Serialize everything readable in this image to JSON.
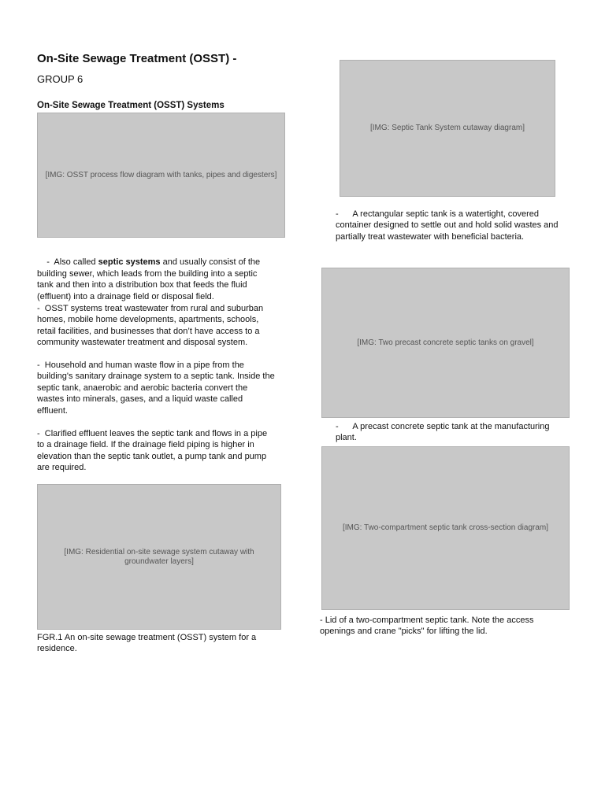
{
  "header": {
    "title": "On-Site Sewage Treatment (OSST) -",
    "group": "GROUP 6",
    "section_title": "On-Site Sewage Treatment (OSST) Systems"
  },
  "left_column": {
    "paragraph_1": {
      "prefix": "-  Also called ",
      "bold": "septic systems",
      "suffix": " and usually consist of the building sewer, which leads from the building into a septic tank and then into a distribution box that feeds the fluid (effluent) into a drainage field or disposal field."
    },
    "paragraph_2": "-  OSST systems treat wastewater from rural and suburban homes, mobile home developments, apartments, schools, retail facilities, and businesses that don’t have access to a community wastewater treatment and disposal system.",
    "paragraph_3": "-  Household and human waste flow in a pipe from the building's sanitary drainage system to a septic tank. Inside the septic tank, anaerobic and aerobic bacteria convert the wastes into minerals, gases, and a liquid waste called effluent.",
    "paragraph_4": "-  Clarified effluent leaves the septic tank and flows in a pipe to a drainage field. If the drainage field piping is higher in elevation than the septic tank outlet, a pump tank and pump are required.",
    "figure_caption": "FGR.1 An on-site sewage treatment (OSST) system for a residence."
  },
  "right_column": {
    "caption_1": "-      A rectangular septic tank is a watertight, covered container designed to settle out and hold solid wastes and partially treat wastewater with beneficial bacteria.",
    "caption_2": "-      A precast concrete septic tank at the manufacturing plant.",
    "caption_3": "- Lid of a two-compartment septic tank. Note the access openings and crane \"picks\" for lifting the lid."
  },
  "images": {
    "process_diagram": "[IMG: OSST process flow diagram with tanks, pipes and digesters]",
    "septic_tank_system": "[IMG: Septic Tank System cutaway diagram]",
    "groundwater_cutaway": "[IMG: Residential on-site sewage system cutaway with groundwater layers]",
    "precast_tank_photo": "[IMG: Two precast concrete septic tanks on gravel]",
    "two_compartment_diagram": "[IMG: Two-compartment septic tank cross-section diagram]"
  }
}
